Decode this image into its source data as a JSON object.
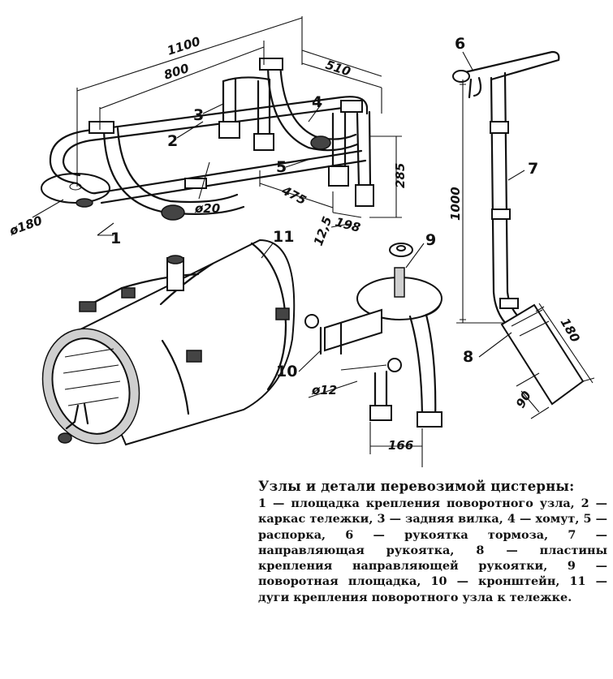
{
  "dimensions": {
    "d1100": "1100",
    "d800": "800",
    "d510": "510",
    "d285": "285",
    "d475": "475",
    "d198": "198",
    "d12_5": "12,5",
    "d180_plate": "ø180",
    "d20": "ø20",
    "d1000": "1000",
    "d180": "180",
    "d90": "90",
    "d12": "ø12",
    "d166": "166"
  },
  "callouts": {
    "c1": "1",
    "c2": "2",
    "c3": "3",
    "c4": "4",
    "c5": "5",
    "c6": "6",
    "c7": "7",
    "c8": "8",
    "c9": "9",
    "c10": "10",
    "c11": "11"
  },
  "caption": {
    "title": "Узлы и детали перевозимой цистерны:",
    "body": "1 — площадка крепления поворотного узла, 2 — каркас тележки, 3 — задняя вилка, 4 — хомут, 5 — распорка, 6 — рукоятка тормоза, 7 — направляющая рукоятка, 8 — пластины крепления направляющей рукоятки, 9 — поворотная площадка, 10 — кронштейн, 11 — дуги крепления поворотного узла к тележке."
  }
}
